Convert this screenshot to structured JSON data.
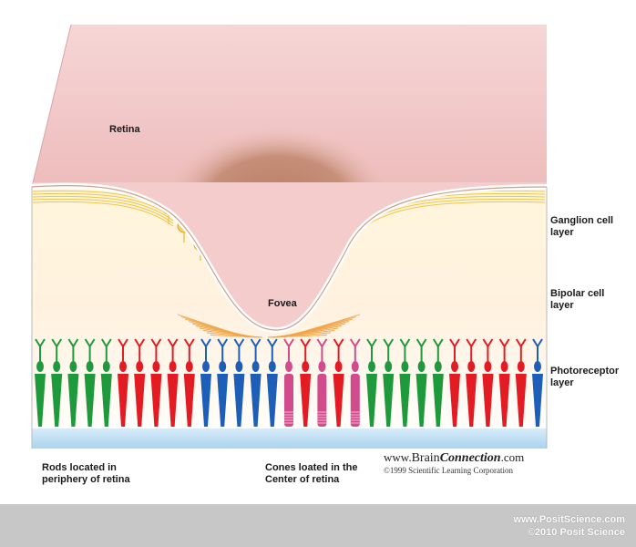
{
  "labels": {
    "retina": "Retina",
    "fovea": "Fovea",
    "ganglion_1": "Ganglion cell",
    "ganglion_2": "layer",
    "bipolar_1": "Bipolar cell",
    "bipolar_2": "layer",
    "photo_1": "Photoreceptor",
    "photo_2": "layer",
    "rods_1": "Rods located in",
    "rods_2": "periphery  of  retina",
    "cones_1": "Cones loated in the",
    "cones_2": "Center of retina"
  },
  "brand": {
    "prefix": "www.",
    "brain": "Brain",
    "connection": "Connection",
    "suffix": ".com",
    "copyright": "©1999 Scientific Learning Corporation"
  },
  "footer": {
    "site": "www.PositScience.com",
    "copyright": "©2010 Posit Science"
  },
  "colors": {
    "surface": "#f2c3c3",
    "ganglion": "#f7d35a",
    "bipolar": "#f4a54a",
    "cone_red": "#e31b23",
    "cone_green": "#1e9a3c",
    "cone_blue": "#1d5fb8",
    "rod_pink": "#d24b8c",
    "base_blue": "#a9d3ef"
  }
}
